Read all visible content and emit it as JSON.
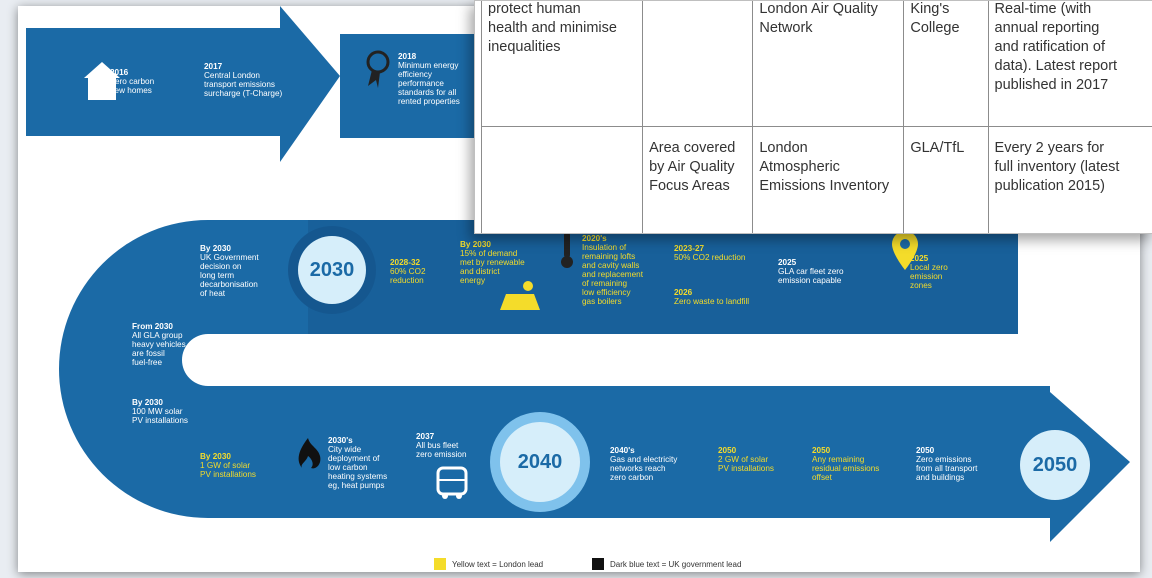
{
  "roadmap": {
    "top_row": [
      {
        "year": "2016",
        "text": "Zero carbon\nnew homes",
        "color": "white"
      },
      {
        "year": "2017",
        "text": "Central London\ntransport emissions\nsurcharge (T-Charge)",
        "color": "white"
      },
      {
        "year": "2018",
        "text": "Minimum energy\nefficiency\nperformance\nstandards for all\nrented properties",
        "color": "white"
      }
    ],
    "middle_row": [
      {
        "year": "By 2030",
        "text": "UK Government\ndecision on\nlong term\ndecarbonisation\nof heat",
        "color": "white"
      },
      {
        "year": "2028-32",
        "text": "60% CO2\nreduction",
        "color": "yellow"
      },
      {
        "year": "By 2030",
        "text": "15% of demand\nmet by renewable\nand district\nenergy",
        "color": "yellow"
      },
      {
        "year": "2020's",
        "text": "Insulation of\nremaining lofts\nand cavity walls\nand replacement\nof remaining\nlow efficiency\ngas boilers",
        "color": "yellow"
      },
      {
        "year": "2023-27",
        "text": "50% CO2 reduction",
        "color": "yellow"
      },
      {
        "year": "2026",
        "text": "Zero waste to landfill",
        "color": "yellow"
      },
      {
        "year": "2025",
        "text": "GLA car fleet zero\nemission capable",
        "color": "white"
      },
      {
        "year": "2025",
        "text": "Local zero\nemission\nzones",
        "color": "yellow"
      }
    ],
    "left_curve": [
      {
        "year": "From 2030",
        "text": "All GLA group\nheavy vehicles\nare fossil\nfuel-free",
        "color": "white"
      },
      {
        "year": "By 2030",
        "text": "100 MW solar\nPV installations",
        "color": "white"
      }
    ],
    "bottom_row": [
      {
        "year": "By 2030",
        "text": "1 GW of solar\nPV installations",
        "color": "yellow"
      },
      {
        "year": "2030's",
        "text": "City wide\ndeployment of\nlow carbon\nheating systems\neg, heat pumps",
        "color": "white"
      },
      {
        "year": "2037",
        "text": "All bus fleet\nzero emission",
        "color": "white"
      },
      {
        "year": "2040's",
        "text": "Gas and electricity\nnetworks reach\nzero carbon",
        "color": "white"
      },
      {
        "year": "2050",
        "text": "2 GW of solar\nPV installations",
        "color": "yellow"
      },
      {
        "year": "2050",
        "text": "Any remaining\nresidual emissions\noffset",
        "color": "yellow"
      },
      {
        "year": "2050",
        "text": "Zero emissions\nfrom all transport\nand buildings",
        "color": "white"
      }
    ],
    "milestones": {
      "m2030": "2030",
      "m2040": "2040",
      "m2050": "2050"
    },
    "legend": {
      "yellow": "Yellow text = London lead",
      "dark": "Dark blue text = UK government lead"
    },
    "colors": {
      "primary": "#1b6aa6",
      "dark": "#14548a",
      "yellow": "#f4dc2a",
      "circle": "#d6eefa"
    }
  },
  "table": {
    "rows": [
      [
        "protect human\nhealth and minimise\ninequalities",
        "",
        "London Air Quality\nNetwork",
        "King's\nCollege",
        "Real-time (with\nannual reporting\nand ratification of\ndata). Latest report\npublished in 2017"
      ],
      [
        "",
        "Area covered\nby Air Quality\nFocus Areas",
        "London\nAtmospheric\nEmissions Inventory",
        "GLA/TfL",
        "Every 2 years for\nfull inventory (latest\npublication 2015)"
      ]
    ]
  }
}
